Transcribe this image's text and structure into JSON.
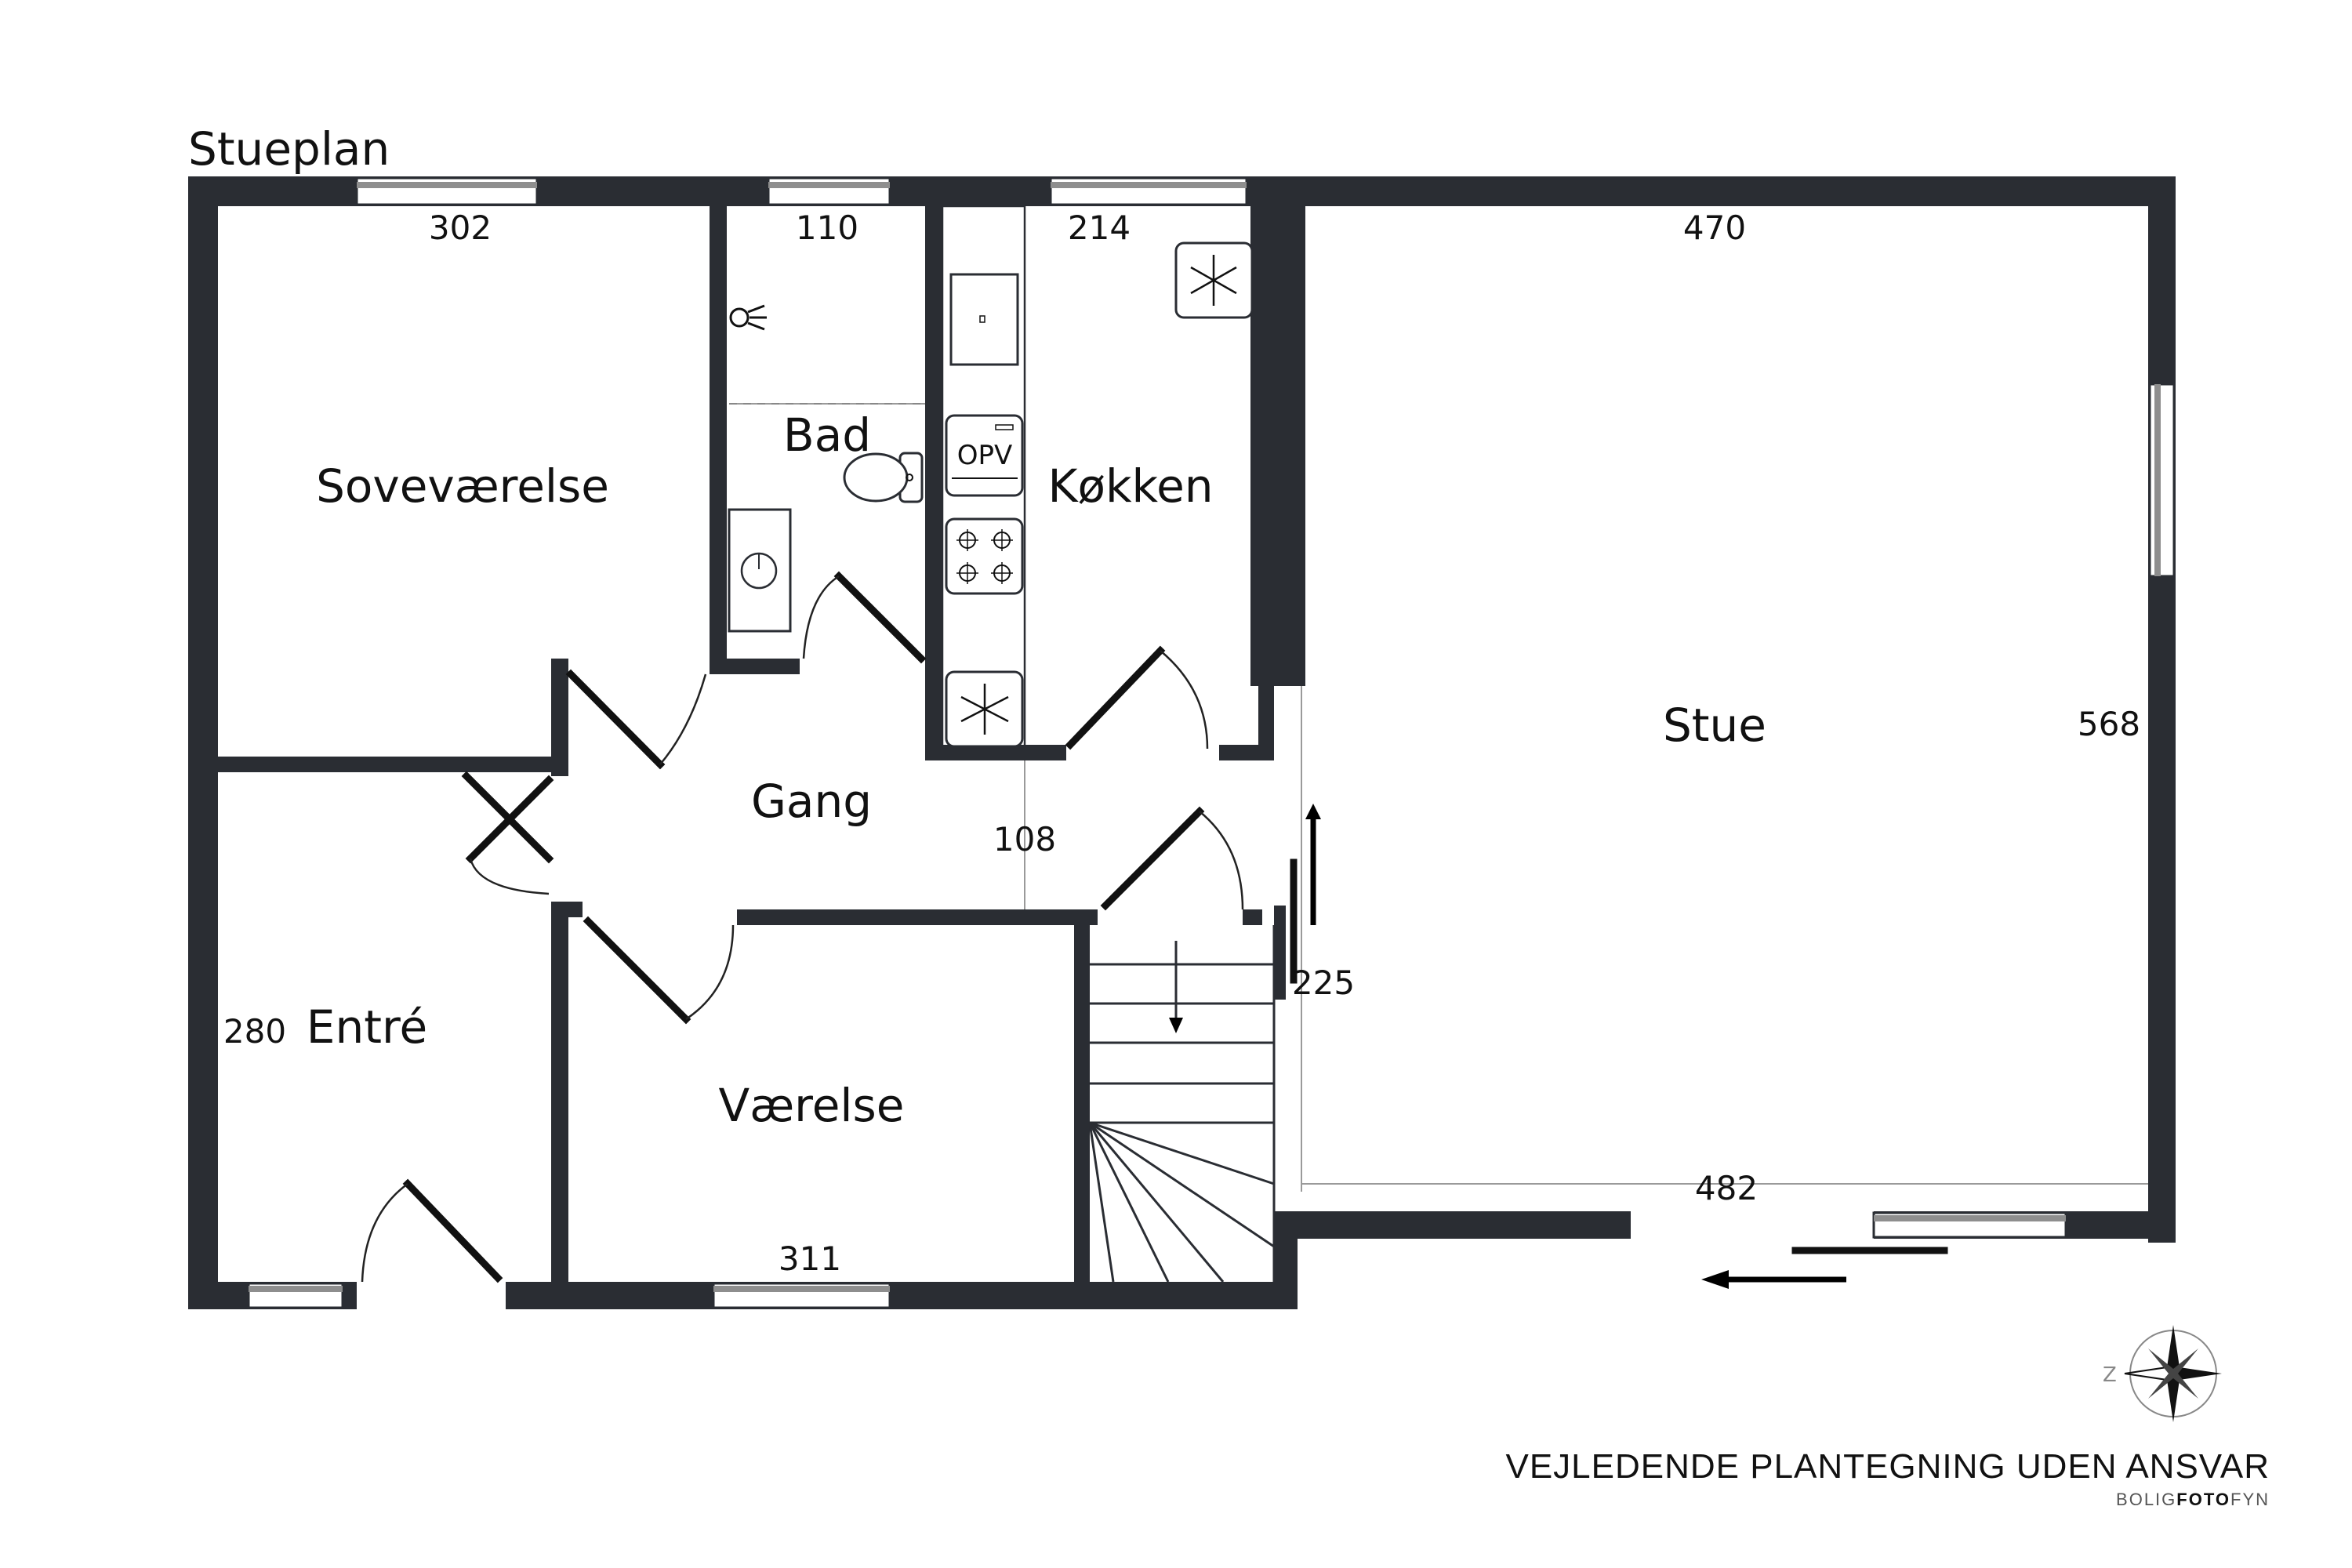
{
  "title": "Stueplan",
  "rooms": {
    "sovevaerelse": "Soveværelse",
    "bad": "Bad",
    "kokken": "Køkken",
    "stue": "Stue",
    "gang": "Gang",
    "entre": "Entré",
    "vaerelse": "Værelse"
  },
  "dimensions": {
    "sovevaerelse_width": "302",
    "bad_width": "110",
    "kokken_width": "214",
    "stue_width_top": "470",
    "stue_height": "568",
    "gang_width": "108",
    "stair_opening": "225",
    "entre_height": "280",
    "stue_width_bottom": "482",
    "vaerelse_width": "311"
  },
  "fixtures": {
    "oven_label": "OPV"
  },
  "compass": {
    "north_letter": "Z"
  },
  "footer": {
    "disclaimer": "VEJLEDENDE PLANTEGNING UDEN ANSVAR",
    "brand_light1": "BOLIG",
    "brand_bold": "FOTO",
    "brand_light2": "FYN"
  },
  "colors": {
    "wall": "#2a2d33",
    "window_bar": "#8e8e8e",
    "background": "#ffffff"
  }
}
